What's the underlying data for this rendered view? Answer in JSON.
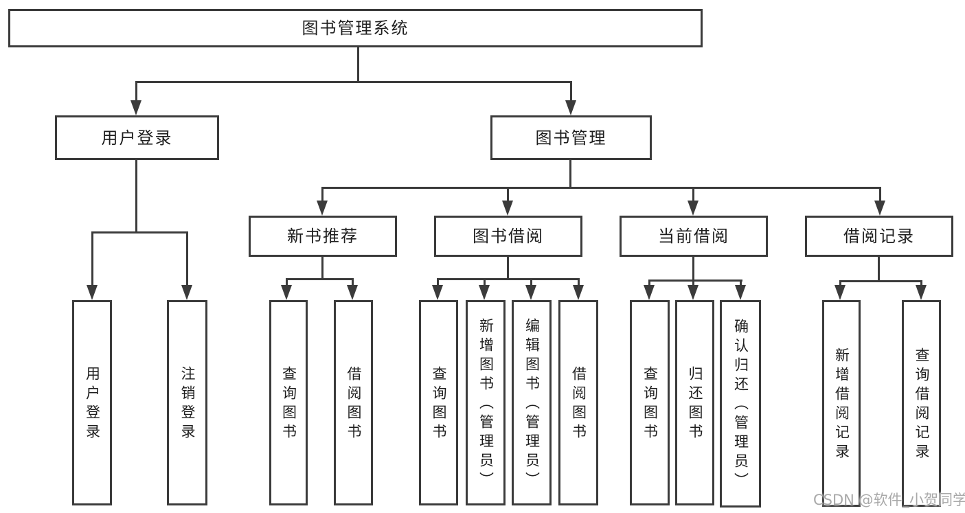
{
  "diagram": {
    "watermark": "CSDN @软件_小贺同学",
    "colors": {
      "line": "#3b3b3b",
      "text": "#1e1e1e",
      "background": "#ffffff",
      "watermark": "#a9a9a9"
    },
    "tree": {
      "root": {
        "label": "图书管理系统"
      },
      "children": [
        {
          "label": "用户登录",
          "children": [
            {
              "label": "用户登录"
            },
            {
              "label": "注销登录"
            }
          ]
        },
        {
          "label": "图书管理",
          "children": [
            {
              "label": "新书推荐",
              "children": [
                {
                  "label": "查询图书"
                },
                {
                  "label": "借阅图书"
                }
              ]
            },
            {
              "label": "图书借阅",
              "children": [
                {
                  "label": "查询图书"
                },
                {
                  "label": "新增图书（管理员）"
                },
                {
                  "label": "编辑图书（管理员）"
                },
                {
                  "label": "借阅图书"
                }
              ]
            },
            {
              "label": "当前借阅",
              "children": [
                {
                  "label": "查询图书"
                },
                {
                  "label": "归还图书"
                },
                {
                  "label": "确认归还（管理员）"
                }
              ]
            },
            {
              "label": "借阅记录",
              "children": [
                {
                  "label": "新增借阅记录"
                },
                {
                  "label": "查询借阅记录"
                }
              ]
            }
          ]
        }
      ]
    }
  }
}
